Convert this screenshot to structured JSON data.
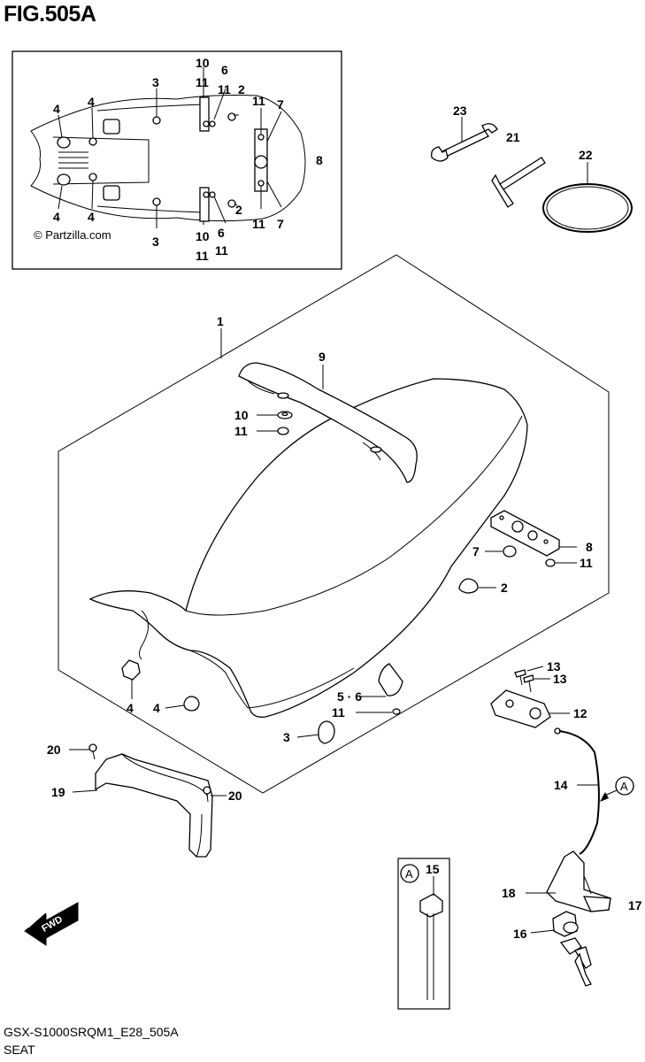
{
  "figure_title": "FIG.505A",
  "copyright": "© Partzilla.com",
  "model_code": "GSX-S1000SRQM1_E28_505A",
  "section_name": "SEAT",
  "fwd_arrow_text": "FWD",
  "ref_marker": "A",
  "inset": {
    "labels": {
      "l4a": "4",
      "l4b": "4",
      "l4c": "4",
      "l4d": "4",
      "l3a": "3",
      "l3b": "3",
      "l10a": "10",
      "l11a": "11",
      "l6a": "6",
      "l11b": "11",
      "l2a": "2",
      "l11c": "11",
      "l7a": "7",
      "l8": "8",
      "l11d": "11",
      "l7b": "7",
      "l10b": "10",
      "l6b": "6",
      "l2b": "2",
      "l11e": "11",
      "l11f": "11"
    }
  },
  "tools": {
    "l23": "23",
    "l21": "21",
    "l22": "22"
  },
  "main": {
    "l1": "1",
    "l9": "9",
    "l10": "10",
    "l11a": "11",
    "l8": "8",
    "l7": "7",
    "l11b": "11",
    "l2": "2",
    "l4a": "4",
    "l4b": "4",
    "l56": "5 · 6",
    "l11c": "11",
    "l3": "3",
    "l13a": "13",
    "l13b": "13",
    "l12": "12",
    "l14": "14",
    "l20a": "20",
    "l19": "19",
    "l20b": "20",
    "l15": "15",
    "l18": "18",
    "l17": "17",
    "l16": "16"
  }
}
